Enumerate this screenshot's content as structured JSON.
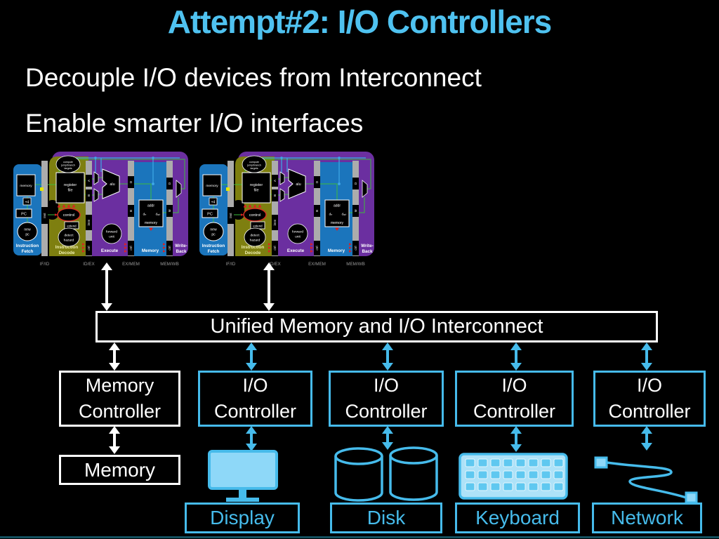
{
  "slide": {
    "title": "Attempt#2: I/O Controllers",
    "bullets": [
      "Decouple I/O devices from Interconnect",
      "Enable smarter I/O interfaces"
    ]
  },
  "interconnect_bar": "Unified Memory and I/O Interconnect",
  "controllers": [
    {
      "line1": "Memory",
      "line2": "Controller",
      "type": "memory"
    },
    {
      "line1": "I/O",
      "line2": "Controller",
      "type": "io"
    },
    {
      "line1": "I/O",
      "line2": "Controller",
      "type": "io"
    },
    {
      "line1": "I/O",
      "line2": "Controller",
      "type": "io"
    },
    {
      "line1": "I/O",
      "line2": "Controller",
      "type": "io"
    }
  ],
  "memory_box": "Memory",
  "devices": [
    {
      "label": "Display",
      "icon": "monitor-icon"
    },
    {
      "label": "Disk",
      "icon": "disk-cylinders-icon"
    },
    {
      "label": "Keyboard",
      "icon": "keyboard-icon"
    },
    {
      "label": "Network",
      "icon": "network-cable-icon"
    }
  ],
  "colors": {
    "title_blue": "#4FC2F0",
    "accent_blue": "#46BBEB",
    "device_fill": "#8ED8F8",
    "purple_region": "#6B2FA0",
    "olive_region": "#7E7F10",
    "stage_blue": "#1B75BC",
    "wire_green": "#3DBB3D",
    "wire_blue": "#3FA9E8"
  },
  "pipeline": {
    "stages": [
      "IF/ID",
      "ID/EX",
      "EX/MEM",
      "MEM/WB"
    ],
    "labels": {
      "mem_unit": "memory",
      "plus4": "+4",
      "pc": "PC",
      "newpc_1": "new",
      "newpc_2": "pc",
      "fetch_1": "Instruction",
      "fetch_2": "Fetch",
      "inst": "inst",
      "cjt_1": "compute",
      "cjt_2": "jump/branch",
      "cjt_3": "targets",
      "regfile_1": "register",
      "regfile_2": "file",
      "control": "control",
      "extend": "extend",
      "hazard_1": "detect",
      "hazard_2": "hazard",
      "decode_1": "Instruction",
      "decode_2": "Decode",
      "a": "A",
      "b": "B",
      "imm": "imm",
      "ctrl": "ctrl",
      "alu": "alu",
      "forward_1": "forward",
      "forward_2": "unit",
      "execute": "Execute",
      "d": "D",
      "m": "M",
      "addr": "addr",
      "din": "dᵢₙ",
      "dout": "dₒᵤₜ",
      "dmem": "memory",
      "memstage": "Memory",
      "wb_1": "Write-",
      "wb_2": "Back"
    }
  }
}
